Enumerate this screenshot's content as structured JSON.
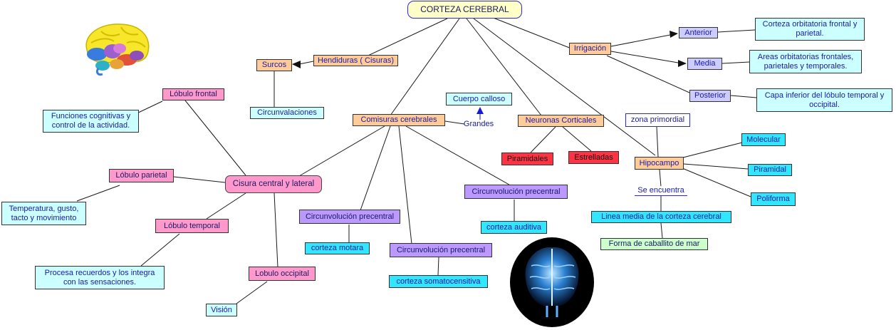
{
  "title": "CORTEZA CEREBRAL",
  "nodes": {
    "hendiduras": "Hendiduras ( Cisuras)",
    "surcos": "Surcos",
    "circunvalaciones": "Circunvalaciones",
    "irrigacion": "Irrigación",
    "anterior": "Anterior",
    "media": "Media",
    "posterior": "Posterior",
    "anterior_desc": "Corteza orbitatoria frontal y parietal.",
    "media_desc": "Areas orbitatorias frontales, parietales y temporales.",
    "posterior_desc": "Capa inferior del lóbulo temporal y occipital.",
    "lobulo_frontal": "Lóbulo frontal",
    "frontal_desc": "Funciones cognitivas y control de la actividad.",
    "cuerpo_calloso": "Cuerpo calloso",
    "grandes": "Grandes",
    "comisuras": "Comisuras cerebrales",
    "neuronas": "Neuronas Corticales",
    "piramidales": "Piramidales",
    "estrelladas": "Estrelladas",
    "zona_primordial": "zona primordial",
    "hipocampo": "Hipocampo",
    "molecular": "Molecular",
    "piramidal": "Piramidal",
    "poliforma": "Poliforma",
    "se_encuentra": "Se encuentra",
    "linea_media": "Linea media de la corteza cerebral",
    "caballito": "Forma de caballito de mar",
    "lobulo_parietal": "Lóbulo parietal",
    "cisura_central": "Cisura central y lateral",
    "parietal_desc": "Temperatura, gusto, tacto y movimiento",
    "lobulo_temporal": "Lóbulo temporal",
    "temporal_desc": "Procesa recuerdos y los integra con las sensaciones.",
    "lobulo_occipital": "Lobulo occipital",
    "vision": "Visión",
    "circ_precentral_1": "Circunvolución precentral",
    "corteza_motara": "corteza motara",
    "circ_precentral_2": "Circunvolución precentral",
    "corteza_somato": "corteza somatocensitiva",
    "circ_precentral_3": "Circunvolución precentral",
    "corteza_auditiva": "corteza auditiva"
  }
}
